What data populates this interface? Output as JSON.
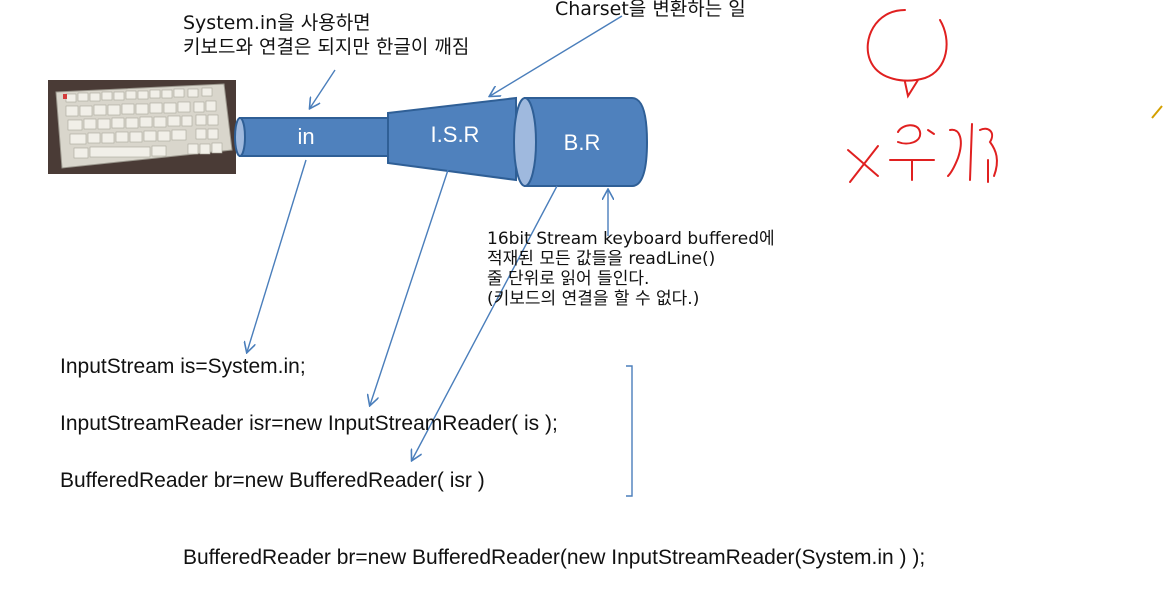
{
  "notes": {
    "system_in_line1": "System.in을 사용하면",
    "system_in_line2": "키보드와 연결은 되지만 한글이 깨짐",
    "charset": "Charset을 변환하는 일",
    "buffered": "16bit Stream keyboard buffered에\n적재된 모든 값들을 readLine()\n줄 단위로 읽어 들인다.\n(키보드의 연결을 할 수 없다.)"
  },
  "pipe": {
    "in_label": "in",
    "isr_label": "I.S.R",
    "br_label": "B.R",
    "fill_color": "#4f81bd",
    "stroke_color": "#2f5f96"
  },
  "code": {
    "line1": "InputStream is=System.in;",
    "line2": "InputStreamReader  isr=new InputStreamReader( is );",
    "line3": "BufferedReader  br=new BufferedReader( isr )",
    "line4": "BufferedReader  br=new BufferedReader(new InputStreamReader(System.in ) );"
  },
  "colors": {
    "arrow": "#4a7ebb",
    "handwriting": "#e02020"
  }
}
